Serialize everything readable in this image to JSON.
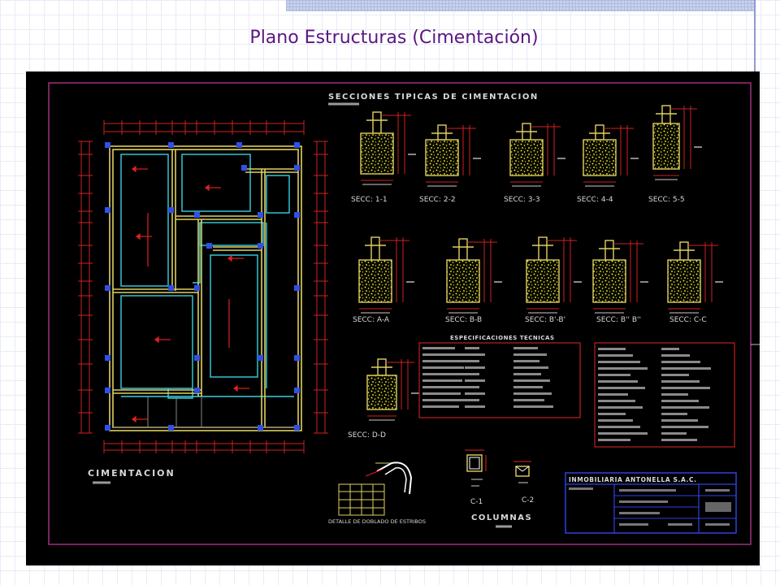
{
  "slide": {
    "title": "Plano Estructuras (Cimentación)"
  },
  "drawing": {
    "sections_heading": "SECCIONES TIPICAS DE CIMENTACION",
    "top_sections": [
      "SECC: 1-1",
      "SECC: 2-2",
      "SECC: 3-3",
      "SECC: 4-4",
      "SECC: 5-5"
    ],
    "middle_sections": [
      "SECC: A-A",
      "SECC: B-B",
      "SECC: B'-B'",
      "SECC: B'' B''",
      "SECC: C-C"
    ],
    "bottom_section": "SECC: D-D",
    "plan_label": "CIMENTACION",
    "specs_heading": "ESPECIFICACIONES TECNICAS",
    "stirrups_label": "DETALLE DE DOBLADO DE ESTRIBOS",
    "column_labels": [
      "C-1",
      "C-2"
    ],
    "columns_label": "COLUMNAS",
    "company_name": "INMOBILIARIA ANTONELLA S.A.C."
  },
  "colors": {
    "title": "#5a1682",
    "cad_background": "#000000",
    "wall": "#e0d060",
    "foundation": "#38d0e0",
    "dimension": "#e02020",
    "column": "#3050e8",
    "frame": "#a03080"
  }
}
